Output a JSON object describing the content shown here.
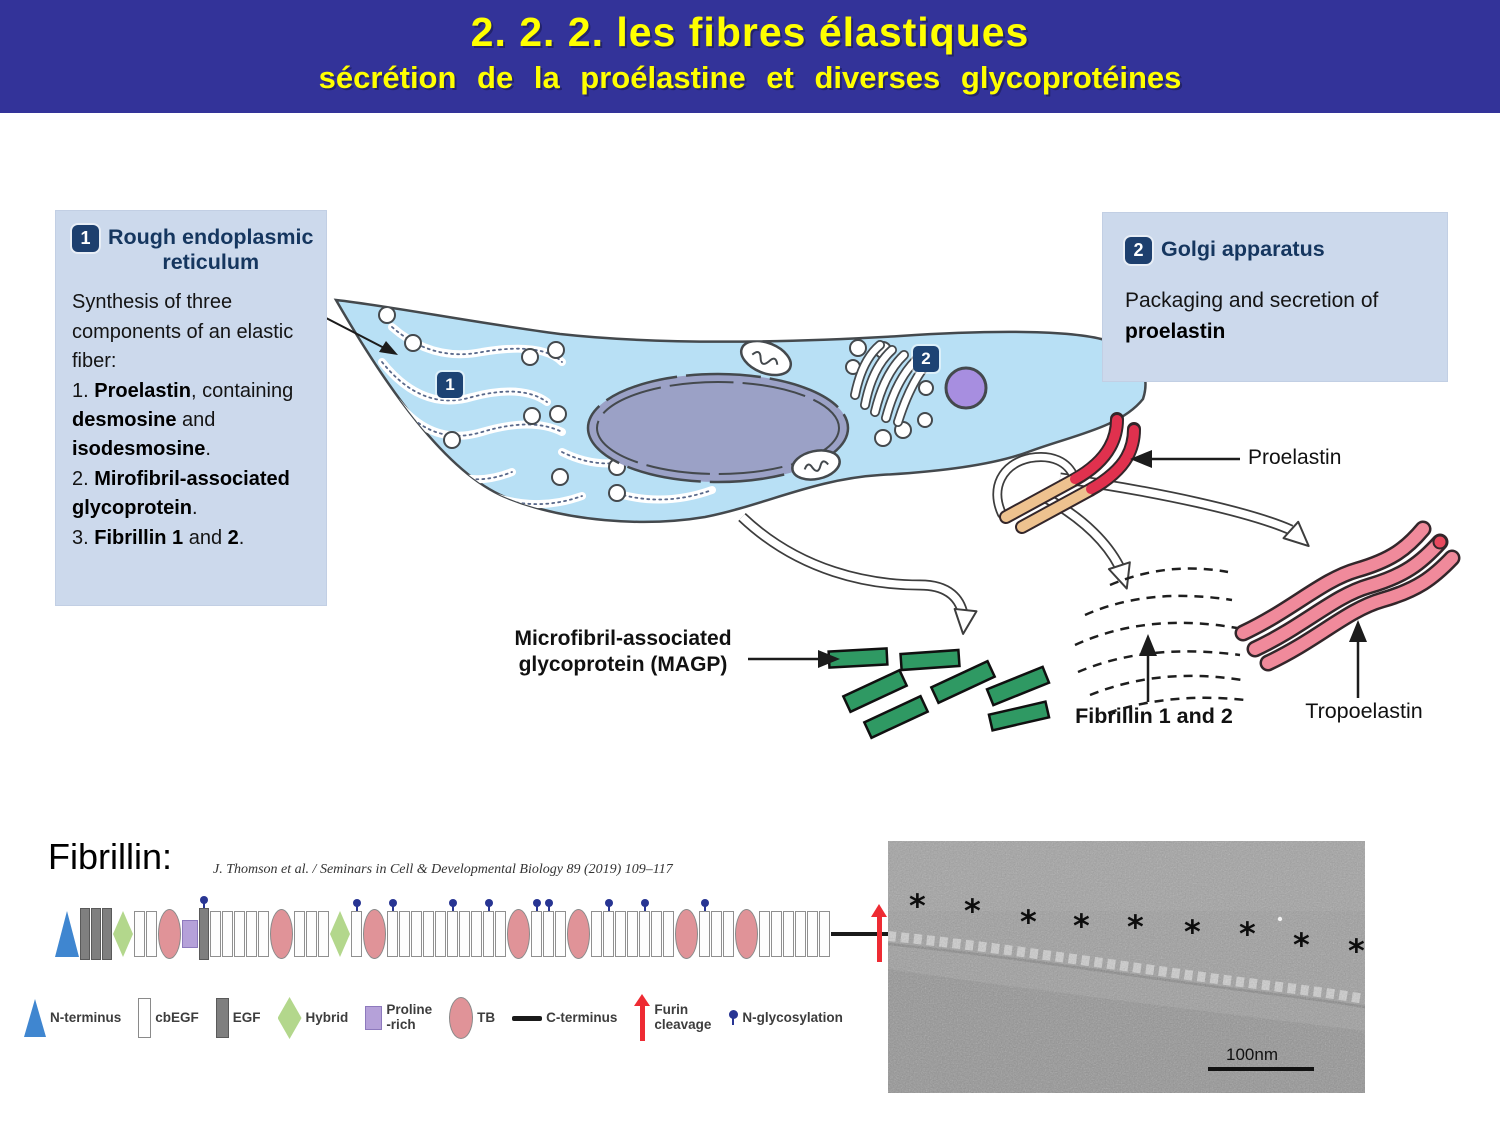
{
  "header": {
    "title_line1": "2. 2. 2. les fibres élastiques",
    "title_line2": "sécrétion de la proélastine et diverses glycoprotéines"
  },
  "rer_box": {
    "number": "1",
    "title_line1": "Rough endoplasmic",
    "title_line2": "reticulum",
    "lines": [
      [
        {
          "t": "Synthesis of  three",
          "b": false
        }
      ],
      [
        {
          "t": "components of an elastic",
          "b": false
        }
      ],
      [
        {
          "t": "fiber:",
          "b": false
        }
      ],
      [
        {
          "t": "1. ",
          "b": false
        },
        {
          "t": "Proelastin",
          "b": true
        },
        {
          "t": ", containing",
          "b": false
        }
      ],
      [
        {
          "t": "desmosine",
          "b": true
        },
        {
          "t": " and",
          "b": false
        }
      ],
      [
        {
          "t": "isodesmosine",
          "b": true
        },
        {
          "t": ".",
          "b": false
        }
      ],
      [
        {
          "t": "2. ",
          "b": false
        },
        {
          "t": "Mirofibril-associated",
          "b": true
        }
      ],
      [
        {
          "t": "glycoprotein",
          "b": true
        },
        {
          "t": ".",
          "b": false
        }
      ],
      [
        {
          "t": "3. ",
          "b": false
        },
        {
          "t": "Fibrillin 1",
          "b": true
        },
        {
          "t": " and ",
          "b": false
        },
        {
          "t": "2",
          "b": true
        },
        {
          "t": ".",
          "b": false
        }
      ]
    ]
  },
  "golgi_box": {
    "number": "2",
    "title": "Golgi apparatus",
    "lines": [
      [
        {
          "t": "Packaging and secretion of",
          "b": false
        }
      ],
      [
        {
          "t": "proelastin",
          "b": true
        }
      ]
    ]
  },
  "cell": {
    "badge1": "1",
    "badge2": "2"
  },
  "labels": {
    "proelastin": "Proelastin",
    "magp": "Microfibril-associated\nglycoprotein (MAGP)",
    "fibrillin": "Fibrillin 1 and 2",
    "tropoelastin": "Tropoelastin"
  },
  "magp_rects": [
    [
      858,
      658,
      58,
      16,
      -3
    ],
    [
      930,
      660,
      58,
      16,
      -4
    ],
    [
      875,
      691,
      62,
      17,
      -25
    ],
    [
      963,
      682,
      62,
      17,
      -25
    ],
    [
      896,
      717,
      62,
      17,
      -25
    ],
    [
      1018,
      686,
      60,
      17,
      -22
    ],
    [
      1019,
      716,
      58,
      16,
      -13
    ]
  ],
  "fibrillin": {
    "heading": "Fibrillin:",
    "citation": "J. Thomson et al. / Seminars in Cell & Developmental Biology 89 (2019) 109–117",
    "domain_sequence": [
      "N",
      "E",
      "E",
      "E",
      "H",
      "C",
      "C",
      "T",
      "P",
      "Eg",
      "C",
      "C",
      "C",
      "C",
      "C",
      "T",
      "C",
      "C",
      "C",
      "H",
      "Cg",
      "T",
      "Cg",
      "C",
      "C",
      "C",
      "C",
      "Cg",
      "C",
      "C",
      "Cg",
      "C",
      "T",
      "Cg",
      "Cg",
      "C",
      "T",
      "C",
      "Cg",
      "C",
      "C",
      "Cg",
      "C",
      "C",
      "T",
      "Cg",
      "C",
      "C",
      "T",
      "C",
      "C",
      "C",
      "C",
      "C",
      "C",
      "END"
    ],
    "legend": [
      {
        "shape": "triangle",
        "label": "N-terminus"
      },
      {
        "shape": "cbegf",
        "label": "cbEGF"
      },
      {
        "shape": "egf",
        "label": "EGF"
      },
      {
        "shape": "hybrid",
        "label": "Hybrid"
      },
      {
        "shape": "proline",
        "label": "Proline\n-rich"
      },
      {
        "shape": "tb",
        "label": "TB"
      },
      {
        "shape": "cterm",
        "label": "C-terminus"
      },
      {
        "shape": "furin",
        "label": "Furin\ncleavage"
      },
      {
        "shape": "glyco",
        "label": "N-glycosylation"
      }
    ]
  },
  "em": {
    "scale_label": "100nm",
    "asterisks": [
      [
        21,
        76
      ],
      [
        76,
        81
      ],
      [
        132,
        92
      ],
      [
        185,
        96
      ],
      [
        239,
        97
      ],
      [
        296,
        102
      ],
      [
        351,
        104
      ],
      [
        405,
        115
      ],
      [
        460,
        121
      ]
    ]
  },
  "colors": {
    "header_bg": "#333399",
    "title_yellow": "#ffff00",
    "info_box_bg": "#ccd9ec",
    "badge_navy": "#1d3f6e",
    "box_title_navy": "#15365f",
    "cell_fill": "#b8e0f5",
    "cell_outline": "#44494d",
    "nucleus_fill": "#9ba1c6",
    "golgi_vesicle_purple": "#a78ee0",
    "magp_green": "#2f9963",
    "tropoelastin_pink": "#f08a9b",
    "proelastin_red": "#e0314e",
    "proelastin_tan": "#eec28f",
    "domain_nterm_blue": "#3f86d0",
    "domain_egf_gray": "#7f7f7f",
    "domain_hybrid_green": "#b3d78c",
    "domain_tb_pink": "#e09398",
    "domain_proline_purple": "#b5a1d9",
    "furin_red": "#ee2b33",
    "glyco_navy": "#283593"
  }
}
